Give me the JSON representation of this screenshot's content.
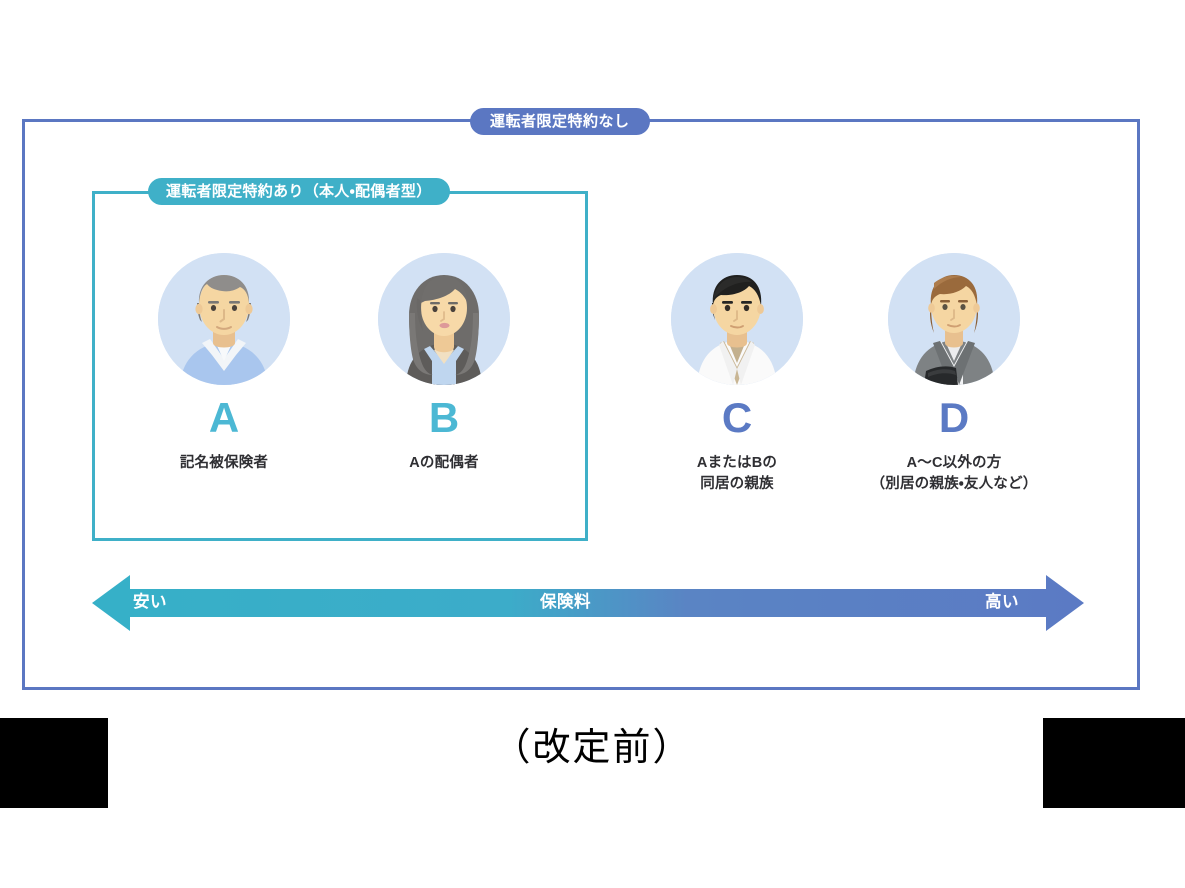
{
  "diagram": {
    "outer_frame": {
      "badge_label": "運転者限定特約なし",
      "badge_color": "#5b77c2",
      "border_color": "#5b77c2"
    },
    "inner_frame": {
      "badge_label": "運転者限定特約あり（本人・配偶者型）",
      "badge_color": "#3fb0c8",
      "border_color": "#3fb0c8"
    },
    "persons": [
      {
        "letter": "A",
        "letter_color": "#4cb8d4",
        "description_line1": "記名被保険者",
        "description_line2": "",
        "avatar": "older-man-avatar"
      },
      {
        "letter": "B",
        "letter_color": "#4cb8d4",
        "description_line1": "Aの配偶者",
        "description_line2": "",
        "avatar": "long-hair-woman-avatar"
      },
      {
        "letter": "C",
        "letter_color": "#5b7ac4",
        "description_line1": "AまたはBの",
        "description_line2": "同居の親族",
        "avatar": "young-man-avatar"
      },
      {
        "letter": "D",
        "letter_color": "#5b7ac4",
        "description_line1": "A〜C以外の方",
        "description_line2": "（別居の親族・友人など）",
        "avatar": "brown-hair-person-avatar"
      }
    ],
    "premium_arrow": {
      "left_label": "安い",
      "center_label": "保険料",
      "right_label": "高い",
      "left_color": "#36b0c8",
      "right_color": "#5b7ac4"
    },
    "caption": "（改定前）"
  }
}
